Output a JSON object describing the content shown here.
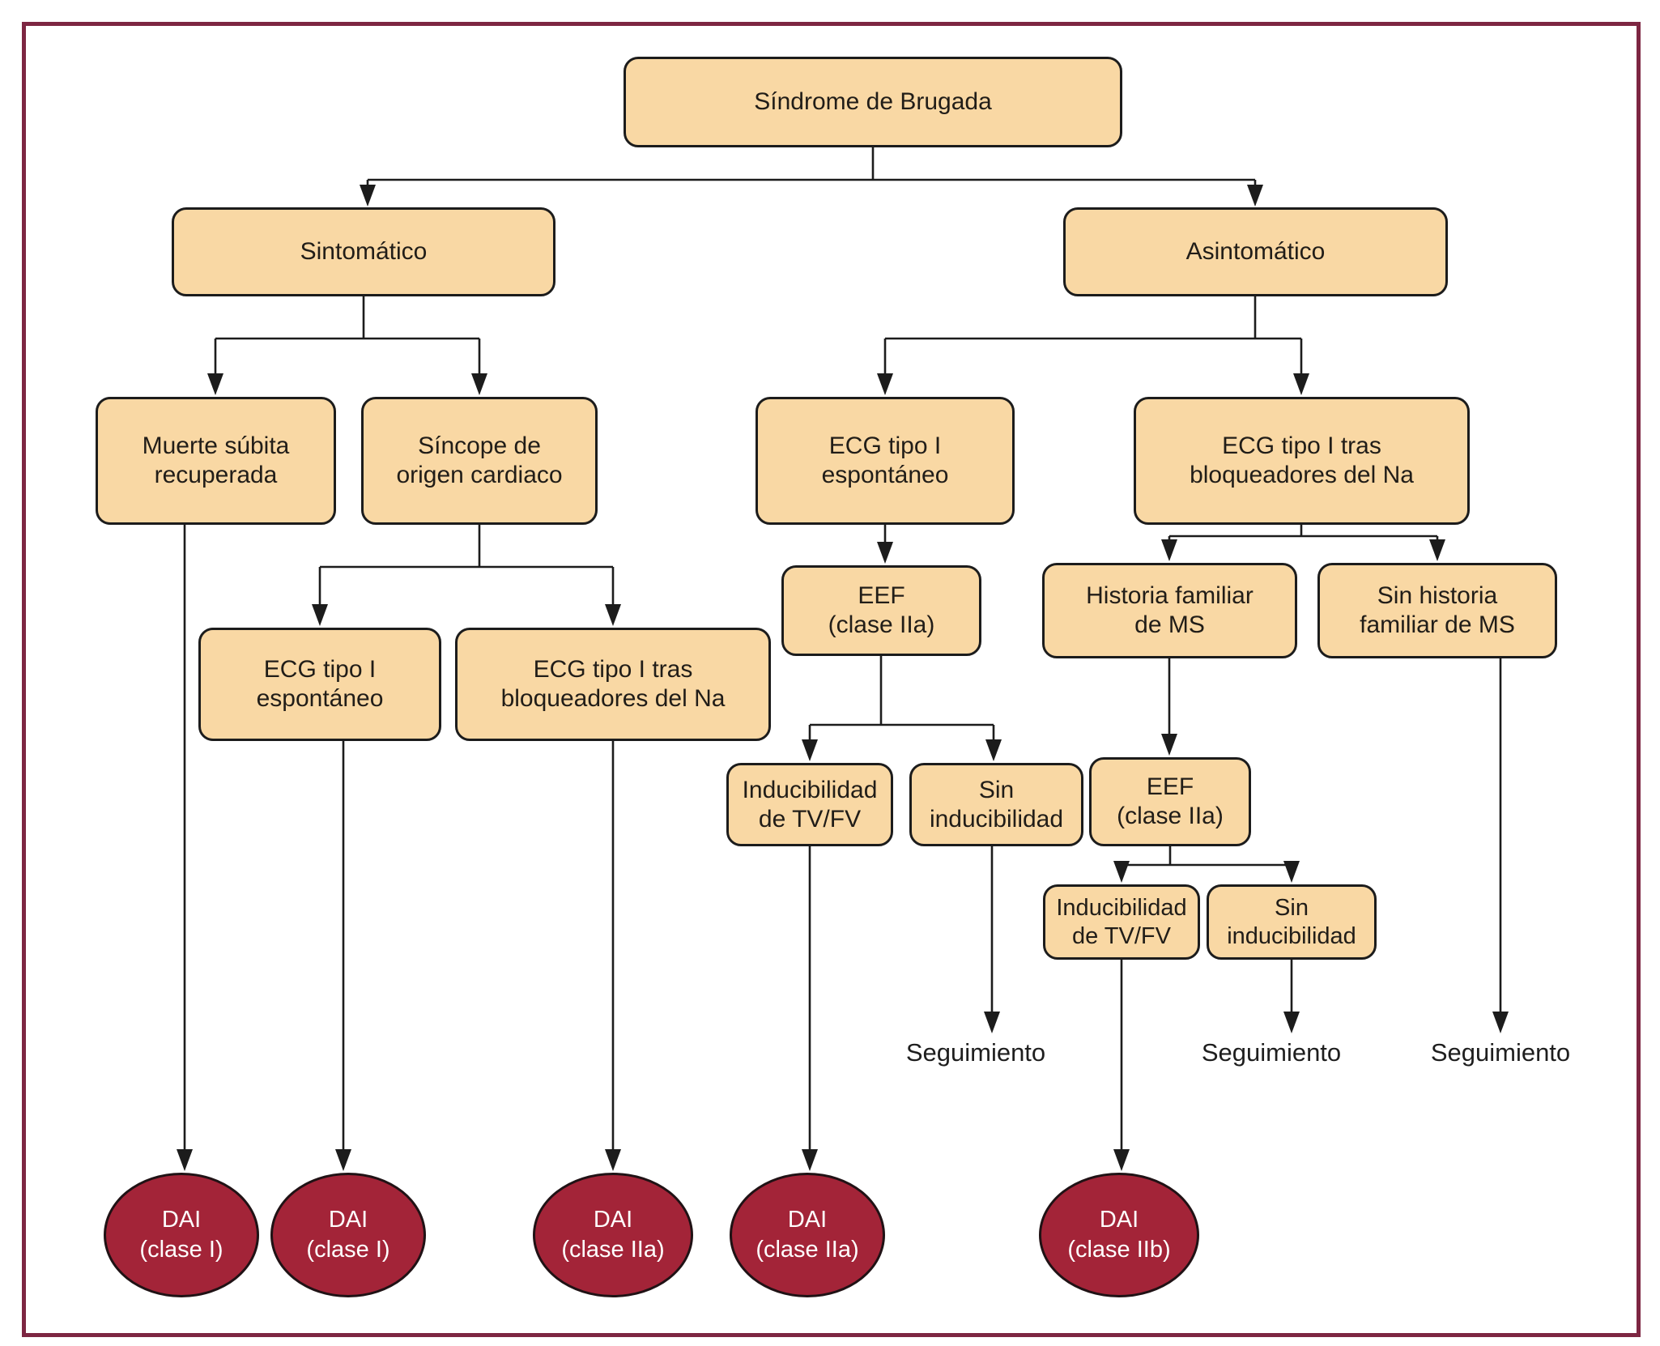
{
  "figure": {
    "kind": "flowchart",
    "root": "Síndrome de Brugada"
  },
  "palette": {
    "background": "#FFFFFF",
    "frame_border": "#7D2642",
    "box_fill": "#F9D8A4",
    "box_border": "#1C1C1C",
    "box_text": "#211D18",
    "line_color": "#1C1C1C",
    "ellipse_fill": "#A32438",
    "ellipse_border": "#201215",
    "ellipse_text": "#FFFFFF"
  },
  "nodes": {
    "brugada": {
      "label": "Síndrome de Brugada",
      "shape": "box"
    },
    "sintomatico": {
      "label": "Sintomático",
      "shape": "box"
    },
    "asintomatico": {
      "label": "Asintomático",
      "shape": "box"
    },
    "muerte_subita": {
      "label": "Muerte súbita\nrecuperada",
      "shape": "box"
    },
    "sincope": {
      "label": "Síncope de\norigen cardiaco",
      "shape": "box"
    },
    "ecg_espontaneo_asint": {
      "label": "ECG tipo I\nespontáneo",
      "shape": "box"
    },
    "ecg_bloqueadores_asint": {
      "label": "ECG tipo I tras\nbloqueadores del Na",
      "shape": "box"
    },
    "ecg_espontaneo_sincope": {
      "label": "ECG tipo I\nespontáneo",
      "shape": "box"
    },
    "ecg_bloqueadores_sincope": {
      "label": "ECG tipo I tras\nbloqueadores del Na",
      "shape": "box"
    },
    "eef_1": {
      "label": "EEF\n(clase IIa)",
      "shape": "box"
    },
    "historia_familiar": {
      "label": "Historia familiar\nde MS",
      "shape": "box"
    },
    "sin_historia_familiar": {
      "label": "Sin historia\nfamiliar de MS",
      "shape": "box"
    },
    "inducibilidad_1": {
      "label": "Inducibilidad\nde TV/FV",
      "shape": "box"
    },
    "sin_inducibilidad_1": {
      "label": "Sin\ninducibilidad",
      "shape": "box"
    },
    "eef_2": {
      "label": "EEF\n(clase IIa)",
      "shape": "box"
    },
    "inducibilidad_2": {
      "label": "Inducibilidad\nde TV/FV",
      "shape": "box"
    },
    "sin_inducibilidad_2": {
      "label": "Sin\ninducibilidad",
      "shape": "box"
    },
    "seguimiento_1": {
      "label": "Seguimiento",
      "shape": "text"
    },
    "seguimiento_2": {
      "label": "Seguimiento",
      "shape": "text"
    },
    "seguimiento_3": {
      "label": "Seguimiento",
      "shape": "text"
    },
    "dai_1": {
      "label": "DAI\n(clase I)",
      "shape": "ellipse"
    },
    "dai_2": {
      "label": "DAI\n(clase I)",
      "shape": "ellipse"
    },
    "dai_3": {
      "label": "DAI\n(clase IIa)",
      "shape": "ellipse"
    },
    "dai_4": {
      "label": "DAI\n(clase IIa)",
      "shape": "ellipse"
    },
    "dai_5": {
      "label": "DAI\n(clase IIb)",
      "shape": "ellipse"
    }
  },
  "edges": [
    {
      "from": "brugada",
      "to": "sintomatico"
    },
    {
      "from": "brugada",
      "to": "asintomatico"
    },
    {
      "from": "sintomatico",
      "to": "muerte_subita"
    },
    {
      "from": "sintomatico",
      "to": "sincope"
    },
    {
      "from": "muerte_subita",
      "to": "dai_1"
    },
    {
      "from": "sincope",
      "to": "ecg_espontaneo_sincope"
    },
    {
      "from": "sincope",
      "to": "ecg_bloqueadores_sincope"
    },
    {
      "from": "ecg_espontaneo_sincope",
      "to": "dai_2"
    },
    {
      "from": "ecg_bloqueadores_sincope",
      "to": "dai_3"
    },
    {
      "from": "asintomatico",
      "to": "ecg_espontaneo_asint"
    },
    {
      "from": "asintomatico",
      "to": "ecg_bloqueadores_asint"
    },
    {
      "from": "ecg_espontaneo_asint",
      "to": "eef_1"
    },
    {
      "from": "eef_1",
      "to": "inducibilidad_1"
    },
    {
      "from": "eef_1",
      "to": "sin_inducibilidad_1"
    },
    {
      "from": "inducibilidad_1",
      "to": "dai_4"
    },
    {
      "from": "sin_inducibilidad_1",
      "to": "seguimiento_1"
    },
    {
      "from": "ecg_bloqueadores_asint",
      "to": "historia_familiar"
    },
    {
      "from": "ecg_bloqueadores_asint",
      "to": "sin_historia_familiar"
    },
    {
      "from": "historia_familiar",
      "to": "eef_2"
    },
    {
      "from": "eef_2",
      "to": "inducibilidad_2"
    },
    {
      "from": "eef_2",
      "to": "sin_inducibilidad_2"
    },
    {
      "from": "inducibilidad_2",
      "to": "dai_5"
    },
    {
      "from": "sin_inducibilidad_2",
      "to": "seguimiento_2"
    },
    {
      "from": "sin_historia_familiar",
      "to": "seguimiento_3"
    }
  ]
}
